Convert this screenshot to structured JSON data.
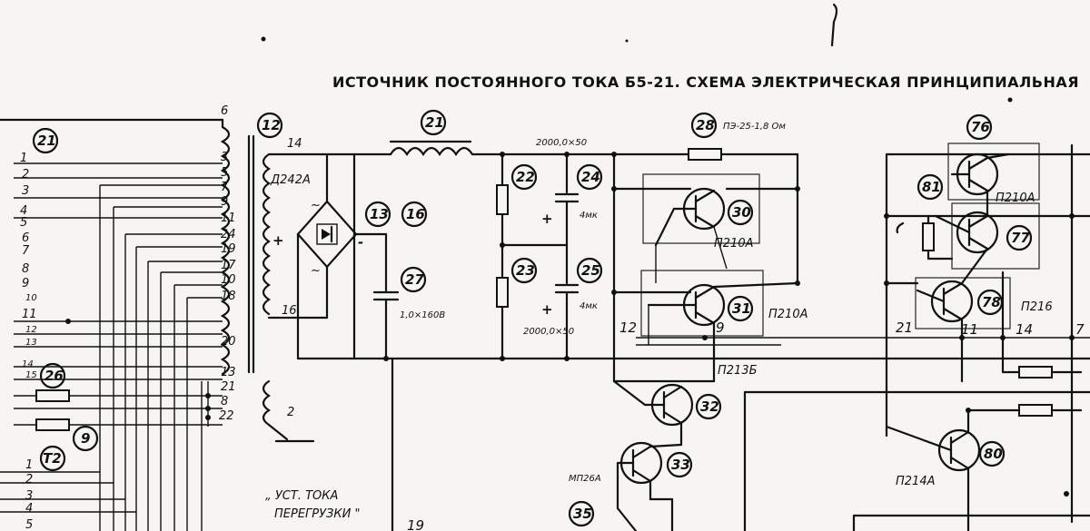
{
  "title": "ИСТОЧНИК ПОСТОЯННОГО ТОКА Б5-21. СХЕМА ЭЛЕКТРИЧЕСКАЯ ПРИНЦИПИАЛЬНАЯ",
  "component_refs": [
    "21",
    "12",
    "21",
    "28",
    "76",
    "22",
    "24",
    "30",
    "81",
    "13",
    "16",
    "77",
    "27",
    "23",
    "25",
    "31",
    "78",
    "26",
    "9",
    "32",
    "80",
    "33",
    "35",
    "T2"
  ],
  "transistor_types": [
    "П210А",
    "П210А",
    "П213Б",
    "МП26А",
    "П214А",
    "П210А",
    "П216"
  ],
  "labels": {
    "diode_bridge": "Д242А",
    "resistor_28_value": "ПЭ-25-1,8 Ом",
    "cap_24_value": "2000,0×50",
    "cap_24_sub": "4мк",
    "cap_25_value": "2000,0×50",
    "cap_25_sub": "4мк",
    "cap_27_value": "1,0×160В",
    "overload_line1": "„ УСТ. ТОКА",
    "overload_line2": "ПЕРЕГРУЗКИ \""
  },
  "pin_numbers_right": [
    "6",
    "3",
    "5",
    "7",
    "9",
    "11",
    "24",
    "19",
    "17",
    "10",
    "18",
    "20",
    "13",
    "21",
    "8",
    "22",
    "2"
  ],
  "pin_numbers_left": [
    "1",
    "2",
    "3",
    "4",
    "5",
    "6",
    "7",
    "8",
    "9",
    "10",
    "11",
    "12",
    "13",
    "14",
    "15"
  ],
  "pin_numbers_left_lower": [
    "1",
    "2",
    "3",
    "4",
    "5"
  ],
  "node_numbers": [
    "14",
    "16",
    "12",
    "9",
    "21",
    "11",
    "14",
    "7",
    "19"
  ]
}
